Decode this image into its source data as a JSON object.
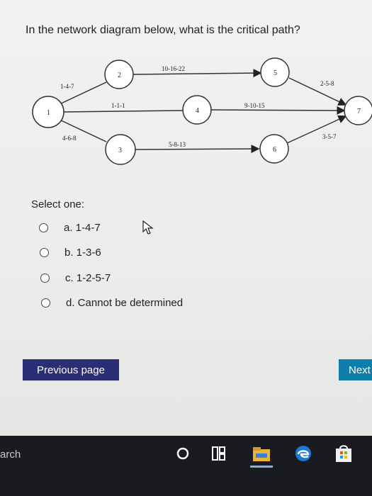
{
  "question": "In the network diagram below, what is the critical path?",
  "diagram": {
    "nodes": [
      "1",
      "2",
      "3",
      "4",
      "5",
      "6",
      "7"
    ],
    "edges": [
      {
        "from": "1",
        "to": "2",
        "label": "1-4-7"
      },
      {
        "from": "1",
        "to": "4",
        "label": "1-1-1"
      },
      {
        "from": "1",
        "to": "3",
        "label": "4-6-8"
      },
      {
        "from": "2",
        "to": "5",
        "label": "10-16-22"
      },
      {
        "from": "3",
        "to": "6",
        "label": "5-8-13"
      },
      {
        "from": "4",
        "to": "7",
        "label": "9-10-15"
      },
      {
        "from": "5",
        "to": "7",
        "label": "2-5-8"
      },
      {
        "from": "6",
        "to": "7",
        "label": "3-5-7"
      }
    ]
  },
  "select_label": "Select one:",
  "options": [
    {
      "label": "a. 1-4-7"
    },
    {
      "label": "b. 1-3-6"
    },
    {
      "label": "c. 1-2-5-7"
    },
    {
      "label": "d. Cannot be determined"
    }
  ],
  "buttons": {
    "previous": "Previous page",
    "next": "Next"
  },
  "taskbar": {
    "search_fragment": "arch",
    "icons": [
      "cortana-icon",
      "task-view-icon",
      "file-explorer-icon",
      "edge-icon",
      "store-icon"
    ]
  },
  "colors": {
    "previous_button": "#2a2e74",
    "next_button": "#0f7ea8",
    "taskbar": "#1a1b20"
  }
}
